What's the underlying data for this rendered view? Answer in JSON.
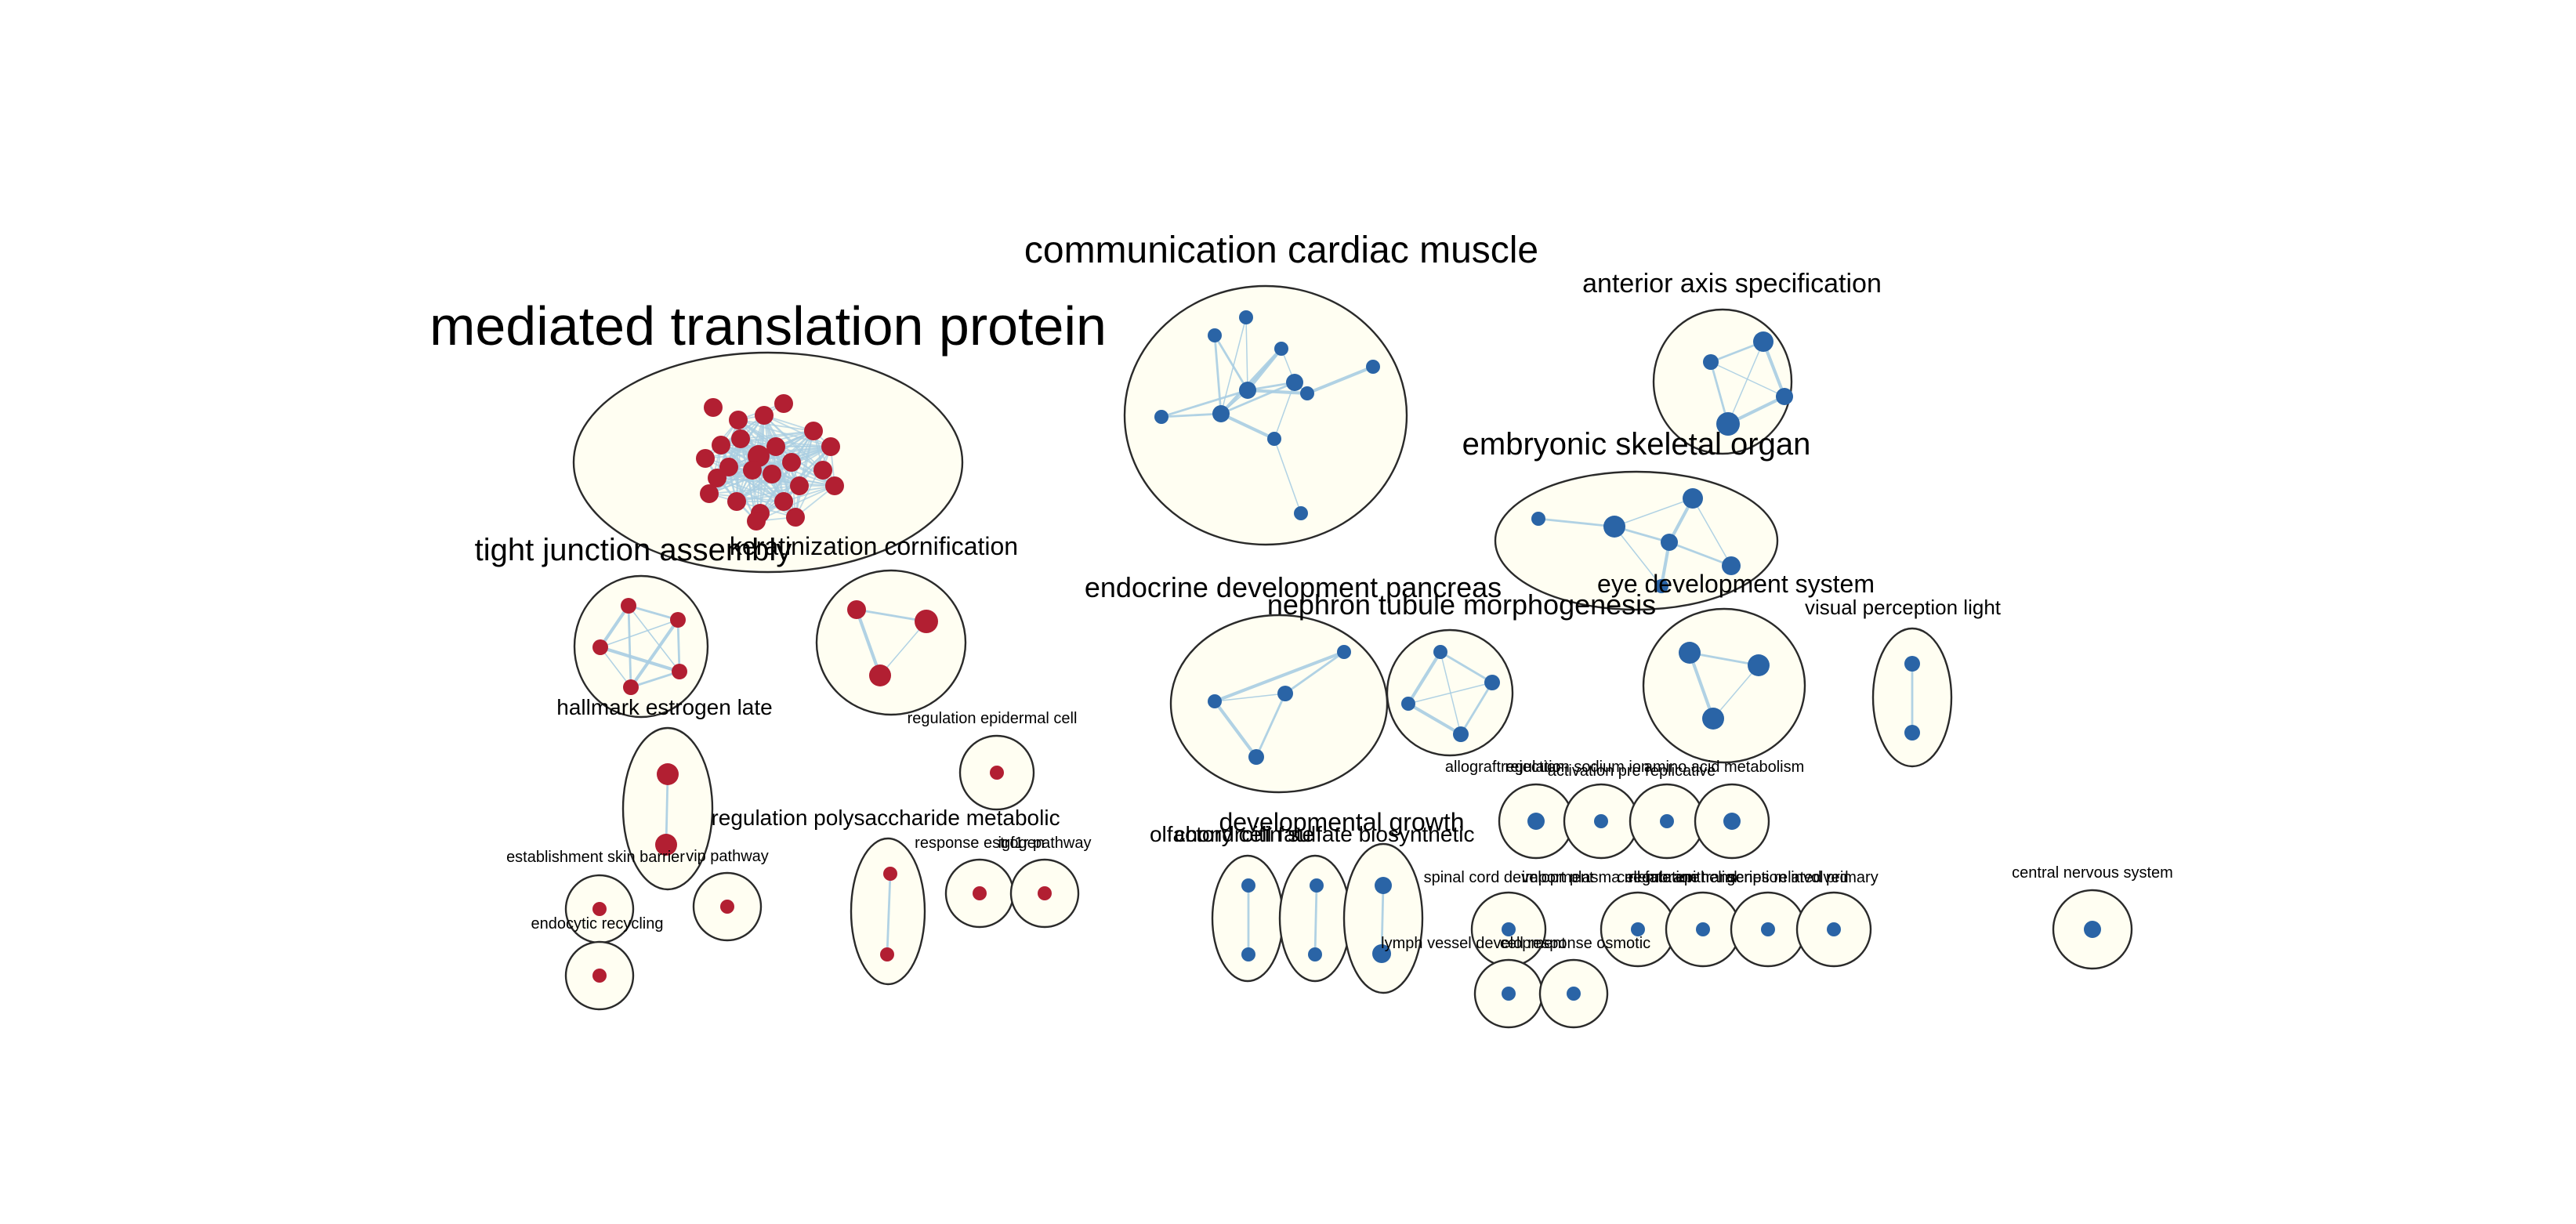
{
  "colors": {
    "up_node": "#b21f32",
    "down_node": "#2a64a6",
    "cluster_fill": "#fffef2",
    "cluster_stroke": "#2a2a2a",
    "edge": "#a9cde2"
  },
  "clusters": [
    {
      "id": "c1",
      "label": "mediated translation protein",
      "group": "up"
    },
    {
      "id": "c2",
      "label": "communication cardiac muscle",
      "group": "down"
    },
    {
      "id": "c3",
      "label": "anterior axis specification",
      "group": "down"
    },
    {
      "id": "c4",
      "label": "embryonic skeletal organ",
      "group": "down"
    },
    {
      "id": "c5",
      "label": "tight junction assembly",
      "group": "up"
    },
    {
      "id": "c6",
      "label": "keratinization cornification",
      "group": "up"
    },
    {
      "id": "c7",
      "label": "endocrine development pancreas",
      "group": "down"
    },
    {
      "id": "c8",
      "label": "nephron tubule morphogenesis",
      "group": "down"
    },
    {
      "id": "c9",
      "label": "eye development system",
      "group": "down"
    },
    {
      "id": "c10",
      "label": "visual perception light",
      "group": "down"
    },
    {
      "id": "c11",
      "label": "hallmark estrogen late",
      "group": "up"
    },
    {
      "id": "c12",
      "label": "regulation epidermal cell",
      "group": "up"
    },
    {
      "id": "c13",
      "label": "regulation polysaccharide metabolic",
      "group": "up"
    },
    {
      "id": "c14",
      "label": "establishment skin barrier",
      "group": "up"
    },
    {
      "id": "c15",
      "label": "vip pathway",
      "group": "up"
    },
    {
      "id": "c16",
      "label": "endocytic recycling",
      "group": "up"
    },
    {
      "id": "c17",
      "label": "response estrogen",
      "group": "up"
    },
    {
      "id": "c18",
      "label": "igf1r pathway",
      "group": "up"
    },
    {
      "id": "c19",
      "label": "olfactory cell fate",
      "group": "down"
    },
    {
      "id": "c20",
      "label": "chondroitin sulfate biosynthetic",
      "group": "down"
    },
    {
      "id": "c21",
      "label": "developmental growth",
      "group": "down"
    },
    {
      "id": "c22",
      "label": "allograft rejection",
      "group": "down"
    },
    {
      "id": "c23",
      "label": "regulation sodium ion",
      "group": "down"
    },
    {
      "id": "c24",
      "label": "activation pre replicative",
      "group": "down"
    },
    {
      "id": "c25",
      "label": "amino acid metabolism",
      "group": "down"
    },
    {
      "id": "c26",
      "label": "spinal cord development",
      "group": "down"
    },
    {
      "id": "c27",
      "label": "import plasma membrane",
      "group": "down"
    },
    {
      "id": "c28",
      "label": "cell fate epithelial",
      "group": "down"
    },
    {
      "id": "c29",
      "label": "regulation transcription involved",
      "group": "down"
    },
    {
      "id": "c30",
      "label": "genes related primary",
      "group": "down"
    },
    {
      "id": "c31",
      "label": "central nervous system",
      "group": "down"
    },
    {
      "id": "c32",
      "label": "lymph vessel development",
      "group": "down"
    },
    {
      "id": "c33",
      "label": "cell response osmotic",
      "group": "down"
    }
  ]
}
